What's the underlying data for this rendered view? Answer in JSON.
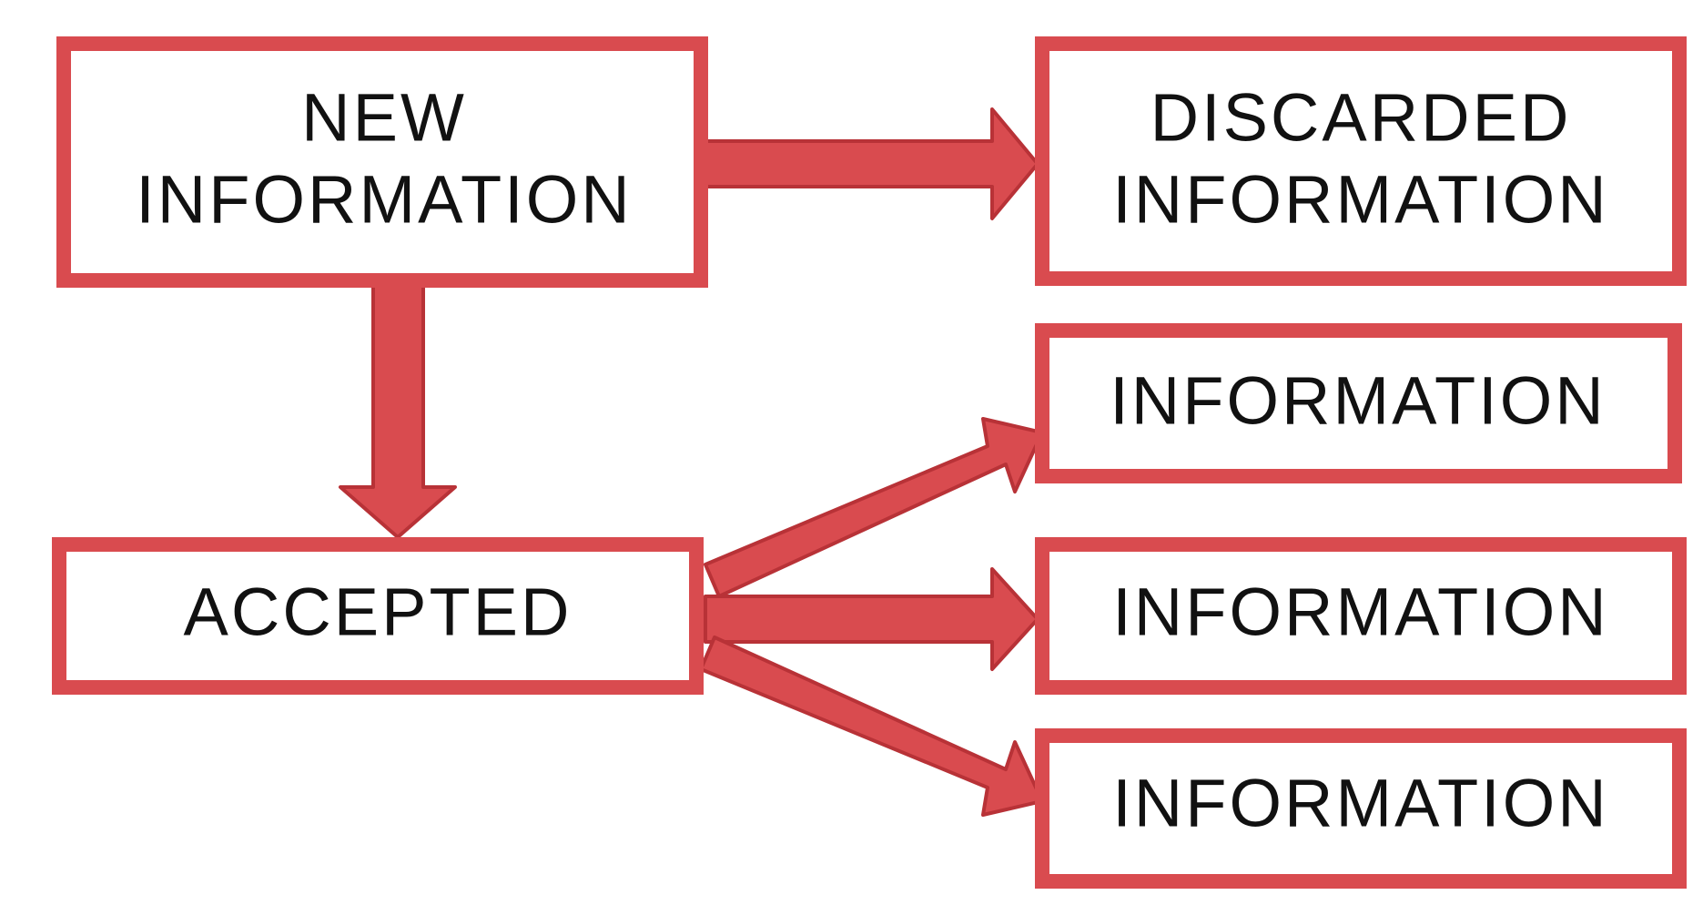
{
  "diagram": {
    "nodes": {
      "new_information": {
        "line1": "NEW",
        "line2": "INFORMATION"
      },
      "discarded_information": {
        "line1": "DISCARDED",
        "line2": "INFORMATION"
      },
      "accepted": {
        "label": "ACCEPTED"
      },
      "information_1": {
        "label": "INFORMATION"
      },
      "information_2": {
        "label": "INFORMATION"
      },
      "information_3": {
        "label": "INFORMATION"
      }
    },
    "colors": {
      "accent": "#d94b4f",
      "accent_dark": "#b83237",
      "text": "#111111",
      "background": "#ffffff"
    }
  }
}
